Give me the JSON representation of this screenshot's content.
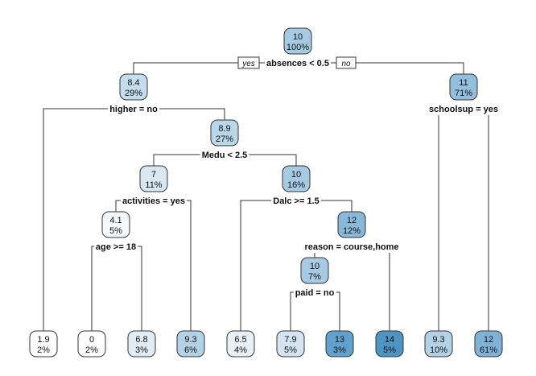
{
  "tree": {
    "branch_labels": {
      "yes": "yes",
      "no": "no"
    },
    "color_scale": {
      "low": "#ffffff",
      "high": "#3a89c0"
    },
    "nodes": [
      {
        "id": "root",
        "value": "10",
        "percent": "100%",
        "shade": 0.45,
        "split": "absences < 0.5"
      },
      {
        "id": "n-absences-yes",
        "value": "8.4",
        "percent": "29%",
        "shade": 0.3,
        "split": "higher = no"
      },
      {
        "id": "n-absences-no",
        "value": "11",
        "percent": "71%",
        "shade": 0.55,
        "split": "schoolsup = yes"
      },
      {
        "id": "n-higher-no",
        "value": "8.9",
        "percent": "27%",
        "shade": 0.35,
        "split": "Medu < 2.5"
      },
      {
        "id": "n-medu-yes",
        "value": "7",
        "percent": "11%",
        "shade": 0.2,
        "split": "activities = yes"
      },
      {
        "id": "n-medu-no",
        "value": "10",
        "percent": "16%",
        "shade": 0.45,
        "split": "Dalc >= 1.5"
      },
      {
        "id": "n-activities-yes",
        "value": "4.1",
        "percent": "5%",
        "shade": 0.04,
        "split": "age >= 18"
      },
      {
        "id": "n-dalc-no",
        "value": "12",
        "percent": "12%",
        "shade": 0.6,
        "split": "reason = course,home"
      },
      {
        "id": "n-reason-yes",
        "value": "10",
        "percent": "7%",
        "shade": 0.45,
        "split": "paid = no"
      },
      {
        "id": "leaf-1",
        "value": "1.9",
        "percent": "2%",
        "shade": 0.0
      },
      {
        "id": "leaf-2",
        "value": "0",
        "percent": "2%",
        "shade": 0.0
      },
      {
        "id": "leaf-3",
        "value": "6.8",
        "percent": "3%",
        "shade": 0.15
      },
      {
        "id": "leaf-4",
        "value": "9.3",
        "percent": "6%",
        "shade": 0.38
      },
      {
        "id": "leaf-5",
        "value": "6.5",
        "percent": "4%",
        "shade": 0.12
      },
      {
        "id": "leaf-6",
        "value": "7.9",
        "percent": "5%",
        "shade": 0.22
      },
      {
        "id": "leaf-7",
        "value": "13",
        "percent": "3%",
        "shade": 0.8
      },
      {
        "id": "leaf-8",
        "value": "14",
        "percent": "5%",
        "shade": 0.9
      },
      {
        "id": "leaf-9",
        "value": "9.3",
        "percent": "10%",
        "shade": 0.38
      },
      {
        "id": "leaf-10",
        "value": "12",
        "percent": "61%",
        "shade": 0.65
      }
    ],
    "edges": [
      {
        "parent": "root",
        "child": "n-absences-yes"
      },
      {
        "parent": "root",
        "child": "n-absences-no"
      },
      {
        "parent": "n-absences-yes",
        "child": "leaf-1"
      },
      {
        "parent": "n-absences-yes",
        "child": "n-higher-no"
      },
      {
        "parent": "n-absences-no",
        "child": "leaf-9"
      },
      {
        "parent": "n-absences-no",
        "child": "leaf-10"
      },
      {
        "parent": "n-higher-no",
        "child": "n-medu-yes"
      },
      {
        "parent": "n-higher-no",
        "child": "n-medu-no"
      },
      {
        "parent": "n-medu-yes",
        "child": "n-activities-yes"
      },
      {
        "parent": "n-medu-yes",
        "child": "leaf-4"
      },
      {
        "parent": "n-activities-yes",
        "child": "leaf-2"
      },
      {
        "parent": "n-activities-yes",
        "child": "leaf-3"
      },
      {
        "parent": "n-medu-no",
        "child": "leaf-5"
      },
      {
        "parent": "n-medu-no",
        "child": "n-dalc-no"
      },
      {
        "parent": "n-dalc-no",
        "child": "n-reason-yes"
      },
      {
        "parent": "n-dalc-no",
        "child": "leaf-8"
      },
      {
        "parent": "n-reason-yes",
        "child": "leaf-6"
      },
      {
        "parent": "n-reason-yes",
        "child": "leaf-7"
      }
    ]
  }
}
